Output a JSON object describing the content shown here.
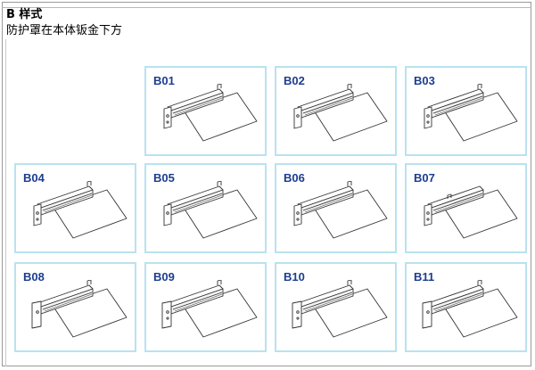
{
  "header": {
    "title": "B 样式",
    "subtitle": "防护罩在本体钣金下方"
  },
  "colors": {
    "card_border": "#b9e2f0",
    "code_text": "#1d3d8f",
    "drawing_line": "#333333"
  },
  "cards": [
    {
      "code": "B01",
      "icon": "cover-under-sheet-metal-variant-1"
    },
    {
      "code": "B02",
      "icon": "cover-under-sheet-metal-variant-2"
    },
    {
      "code": "B03",
      "icon": "cover-under-sheet-metal-variant-3"
    },
    {
      "code": "B04",
      "icon": "cover-under-sheet-metal-variant-4"
    },
    {
      "code": "B05",
      "icon": "cover-under-sheet-metal-variant-5"
    },
    {
      "code": "B06",
      "icon": "cover-under-sheet-metal-variant-6"
    },
    {
      "code": "B07",
      "icon": "cover-under-sheet-metal-variant-7"
    },
    {
      "code": "B08",
      "icon": "cover-under-sheet-metal-variant-8"
    },
    {
      "code": "B09",
      "icon": "cover-under-sheet-metal-variant-9"
    },
    {
      "code": "B10",
      "icon": "cover-under-sheet-metal-variant-10"
    },
    {
      "code": "B11",
      "icon": "cover-under-sheet-metal-variant-11"
    }
  ]
}
